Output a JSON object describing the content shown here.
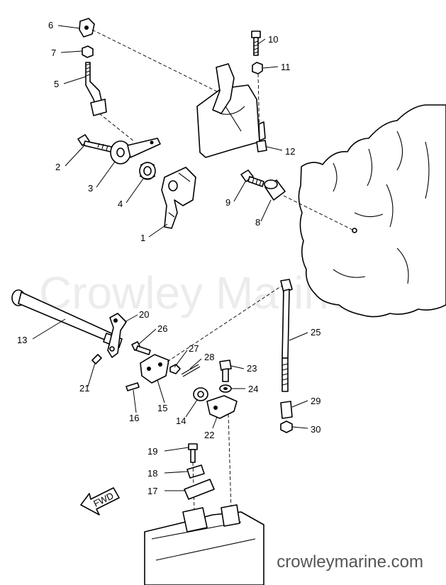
{
  "watermark": "Crowley Marine",
  "site_url": "crowleymarine.com",
  "fwd_label": "FWD",
  "callouts": {
    "c1": "1",
    "c2": "2",
    "c3": "3",
    "c4": "4",
    "c5": "5",
    "c6": "6",
    "c7": "7",
    "c8": "8",
    "c9": "9",
    "c10": "10",
    "c11": "11",
    "c12": "12",
    "c13": "13",
    "c14": "14",
    "c15": "15",
    "c16": "16",
    "c17": "17",
    "c18": "18",
    "c19": "19",
    "c20": "20",
    "c21": "21",
    "c22": "22",
    "c23": "23",
    "c24": "24",
    "c25": "25",
    "c26": "26",
    "c27": "27",
    "c28": "28",
    "c29": "29",
    "c30": "30"
  }
}
